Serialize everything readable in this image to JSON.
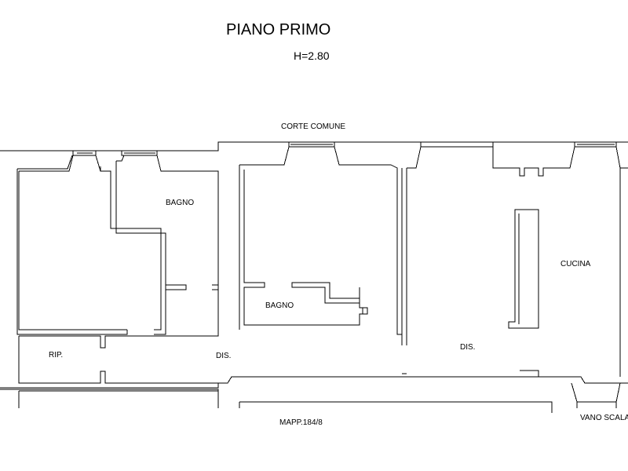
{
  "plan": {
    "title": "PIANO PRIMO",
    "height_note": "H=2.80",
    "labels": {
      "corte": "CORTE COMUNE",
      "bagno_1": "BAGNO",
      "bagno_2": "BAGNO",
      "cucina": "CUCINA",
      "rip": "RIP.",
      "dis_1": "DIS.",
      "dis_2": "DIS.",
      "mapp": "MAPP.184/8",
      "vano_scala": "VANO SCALA"
    }
  }
}
